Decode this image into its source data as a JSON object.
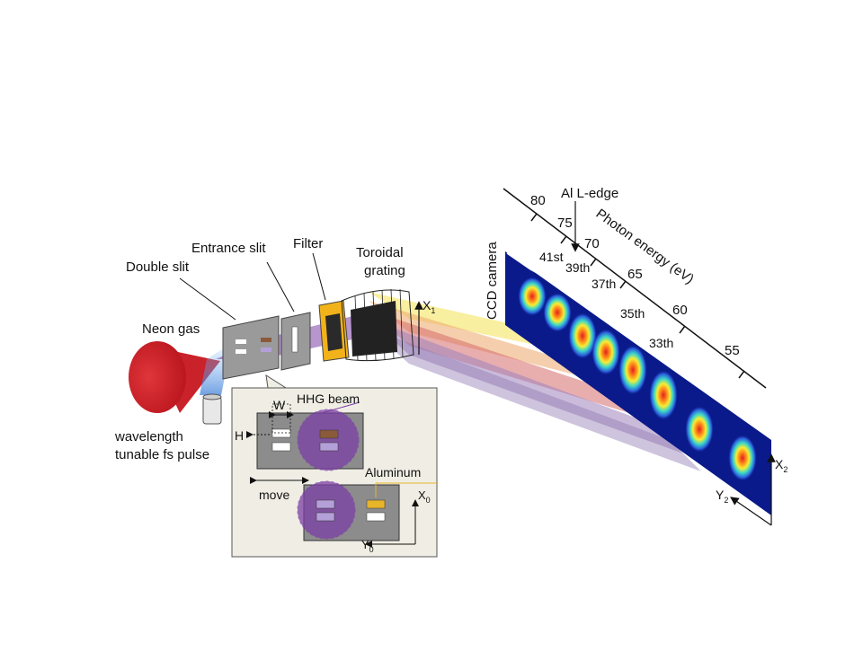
{
  "labels": {
    "double_slit": "Double slit",
    "entrance_slit": "Entrance slit",
    "filter": "Filter",
    "toroidal_grating_line1": "Toroidal",
    "toroidal_grating_line2": "grating",
    "neon_gas": "Neon gas",
    "wavelength": "wavelength",
    "tunable_pulse": "tunable fs pulse",
    "ccd_camera": "CCD camera",
    "x1": "X",
    "x1_sub": "1",
    "x2": "X",
    "x2_sub": "2",
    "y2": "Y",
    "y2_sub": "2",
    "al_edge": "Al L-edge",
    "photon_energy": "Photon energy (eV)"
  },
  "energy_ticks": [
    "80",
    "75",
    "70",
    "65",
    "60",
    "55"
  ],
  "harmonics": [
    "41st",
    "39th",
    "37th",
    "35th",
    "33th"
  ],
  "inset": {
    "hhg_beam": "HHG beam",
    "w": "W",
    "h": "H",
    "move": "move",
    "aluminum": "Aluminum",
    "x0": "X",
    "x0_sub": "0",
    "y0": "Y",
    "y0_sub": "0"
  },
  "colors": {
    "laser": "#d42027",
    "hhg_purple": "#7b3fa6",
    "filter": "#f2b21a",
    "aluminum": "#e8b42a",
    "ccd_background": "#0a1a8a"
  }
}
